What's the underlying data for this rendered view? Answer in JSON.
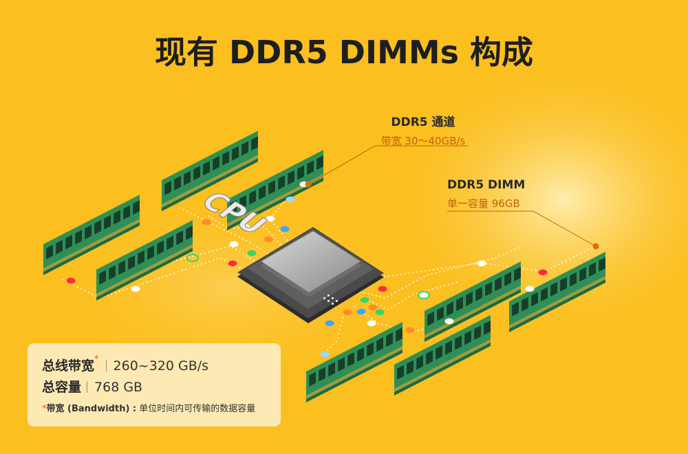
{
  "title": "现有 DDR5 DIMMs 构成",
  "cpu_label": "CPU",
  "channel_callout": {
    "name": "DDR5 通道",
    "detail": "带宽 30～40GB/s"
  },
  "dimm_callout": {
    "name": "DDR5 DIMM",
    "detail": "单一容量 96GB"
  },
  "info": {
    "bandwidth_label": "总线带宽",
    "bandwidth_star": "*",
    "bandwidth_value": "260~320 GB/s",
    "capacity_label": "总容量",
    "capacity_value": "768 GB",
    "footnote_star": "*",
    "footnote_term": "带宽 (Bandwidth) :",
    "footnote_text": " 单位时间内可传输的数据容量"
  },
  "colors": {
    "background": "#fbbf1f",
    "dimm_pcb": "#2f8f57",
    "accent_orange": "#e07b12",
    "title_text": "#1e1e1e"
  }
}
